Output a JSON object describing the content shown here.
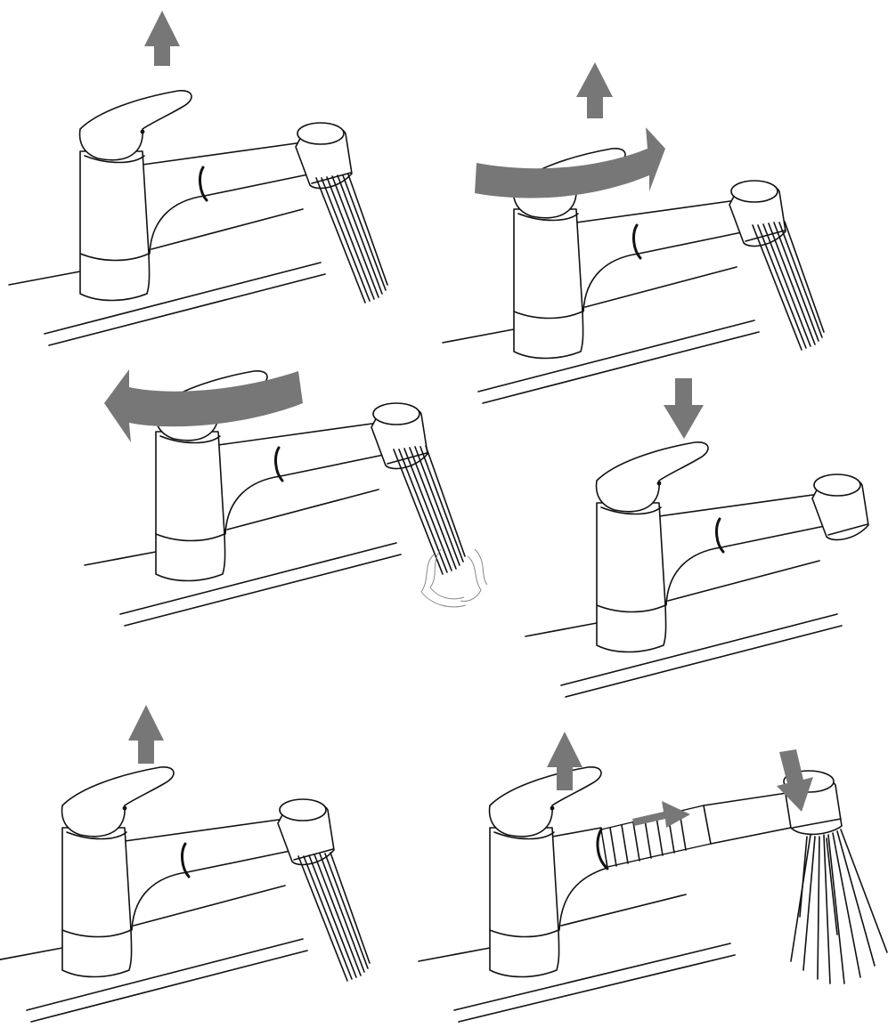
{
  "colors": {
    "line": "#111111",
    "arrow": "#777777",
    "background": "#ffffff",
    "wave": "#888888"
  },
  "steps": [
    {
      "id": 1,
      "action": "lift-lever",
      "flow": "straight"
    },
    {
      "id": 2,
      "action": "lift-and-rotate-right",
      "flow": "straight"
    },
    {
      "id": 3,
      "action": "rotate-left",
      "flow": "hot"
    },
    {
      "id": 4,
      "action": "press-lever-down",
      "flow": "off"
    },
    {
      "id": 5,
      "action": "lift-lever",
      "flow": "straight"
    },
    {
      "id": 6,
      "action": "pull-out-hose-press-button",
      "flow": "spray"
    }
  ],
  "icons": [
    "arrow-up-icon",
    "arrow-down-icon",
    "arrow-right-icon",
    "rotate-right-icon",
    "rotate-left-icon",
    "faucet-icon",
    "water-stream-icon",
    "steam-icon",
    "hose-icon",
    "spray-icon"
  ]
}
